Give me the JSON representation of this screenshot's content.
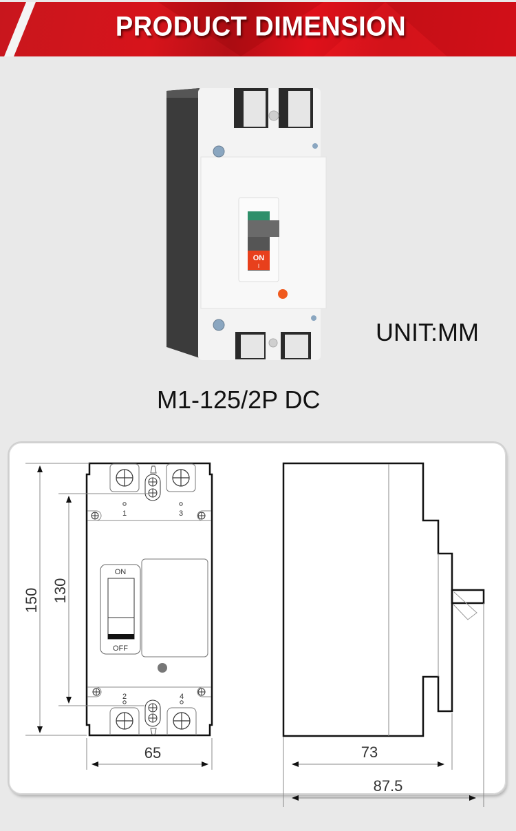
{
  "banner": {
    "title": "PRODUCT DIMENSION",
    "colors": {
      "red": "#d7141b",
      "stripe": "#f4f4f4",
      "text": "#ffffff"
    }
  },
  "product": {
    "model": "M1-125/2P DC",
    "unit_label": "UNIT:MM",
    "switch_label": "ON",
    "switch_sub_label": "I",
    "switch_color": "#e8401c",
    "indicator_color": "#f05a1e"
  },
  "front_view": {
    "switch_on_label": "ON",
    "switch_off_label": "OFF",
    "terminal_top_left": "1",
    "terminal_top_right": "3",
    "terminal_bottom_left": "2",
    "terminal_bottom_right": "4",
    "dim_height_total": "150",
    "dim_height_mounting": "130",
    "dim_width": "65"
  },
  "side_view": {
    "dim_depth_body": "73",
    "dim_depth_total": "87.5"
  },
  "colors": {
    "page_background": "#e9e9e9",
    "panel_background": "#ffffff",
    "line_dark": "#111111",
    "line_light": "#888888"
  }
}
